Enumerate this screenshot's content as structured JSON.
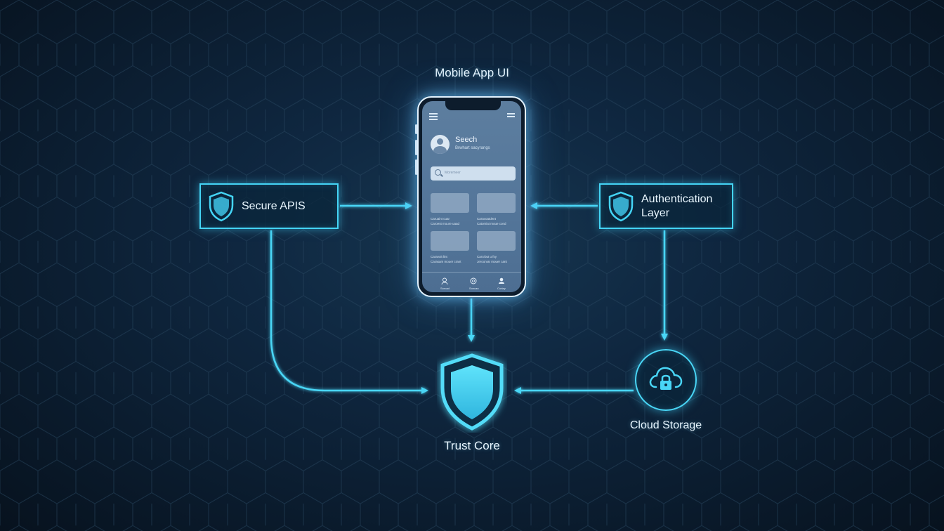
{
  "diagram": {
    "phone_title": "Mobile App UI",
    "phone": {
      "search_title": "Seech",
      "search_subtitle": "Brwhart sacyrangs",
      "search_placeholder": "Moremeer",
      "cards": [
        {
          "line1": "Caruaint cuar",
          "line2": "Caroest moure uaad"
        },
        {
          "line1": "Caravoatdent",
          "line2": "Catomiat moue cond"
        },
        {
          "line1": "Caravoit lint",
          "line2": "Carasam mouer crant"
        },
        {
          "line1": "Carcrbut u fsy",
          "line2": "Jeroorvar mouer cant"
        }
      ],
      "nav": [
        {
          "label": "Soroad"
        },
        {
          "label": "Soncan"
        },
        {
          "label": "Cortay"
        }
      ]
    },
    "nodes": {
      "secure_apis": "Secure APIS",
      "auth_layer_line1": "Authentication",
      "auth_layer_line2": "Layer",
      "trust_core": "Trust Core",
      "cloud_storage": "Cloud Storage"
    },
    "colors": {
      "accent": "#44d4f5",
      "background": "#0b1a2a",
      "text": "#e8f6ff"
    },
    "icons": [
      "shield-icon",
      "cloud-lock-icon",
      "menu-icon",
      "search-icon",
      "avatar-icon"
    ]
  }
}
